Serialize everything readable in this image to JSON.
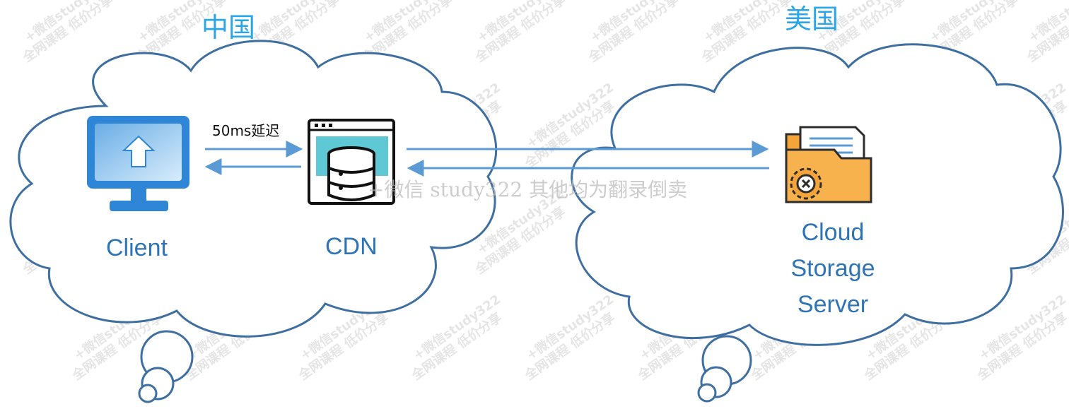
{
  "regions": {
    "china": {
      "title": "中国"
    },
    "usa": {
      "title": "美国"
    }
  },
  "nodes": {
    "client": {
      "label": "Client",
      "icon": "monitor-upload-icon"
    },
    "cdn": {
      "label": "CDN",
      "icon": "server-database-icon"
    },
    "storage": {
      "label_lines": [
        "Cloud",
        "Storage",
        "Server"
      ],
      "icon": "folder-gear-icon"
    }
  },
  "links": {
    "client_cdn": {
      "label": "50ms延迟"
    }
  },
  "watermark": {
    "center_text": "+微信 study322 其他均为翻录倒卖",
    "tile_line1": "+微信study322",
    "tile_line2": "全网课程 低价分享"
  },
  "colors": {
    "cloud_outline": "#3e6fa0",
    "arrow": "#5b9bd5",
    "title": "#2aa5e8",
    "label": "#2e74b5"
  }
}
